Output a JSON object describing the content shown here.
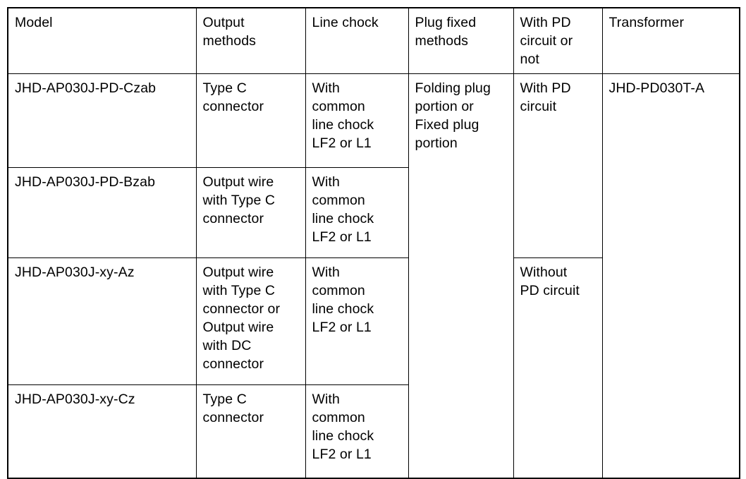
{
  "table": {
    "columns": [
      {
        "key": "model",
        "header": "Model"
      },
      {
        "key": "output",
        "header": "Output\nmethods"
      },
      {
        "key": "chock",
        "header": "Line chock"
      },
      {
        "key": "plug",
        "header": "Plug fixed\nmethods"
      },
      {
        "key": "pd",
        "header": "With PD\ncircuit or\nnot"
      },
      {
        "key": "trans",
        "header": "Transformer"
      }
    ],
    "rows": [
      {
        "model": "JHD-AP030J-PD-Czab",
        "output": "Type C\nconnector",
        "chock": "With\ncommon\nline chock\nLF2 or L1",
        "plug": "Folding plug\nportion or\nFixed plug\nportion",
        "pd": "With PD\ncircuit",
        "trans": "JHD-PD030T-A"
      },
      {
        "model": "JHD-AP030J-PD-Bzab",
        "output": "Output wire\nwith Type C\nconnector",
        "chock": "With\ncommon\nline chock\nLF2 or L1"
      },
      {
        "model": "JHD-AP030J-xy-Az",
        "output": "Output wire\nwith Type C\nconnector or\nOutput wire\nwith DC\nconnector",
        "chock": "With\ncommon\nline chock\nLF2 or L1",
        "pd": "Without\nPD circuit"
      },
      {
        "model": "JHD-AP030J-xy-Cz",
        "output": "Type C\nconnector",
        "chock": "With\ncommon\nline chock\nLF2 or L1"
      }
    ]
  },
  "colors": {
    "border": "#000000",
    "text": "#000000",
    "background": "#ffffff"
  }
}
